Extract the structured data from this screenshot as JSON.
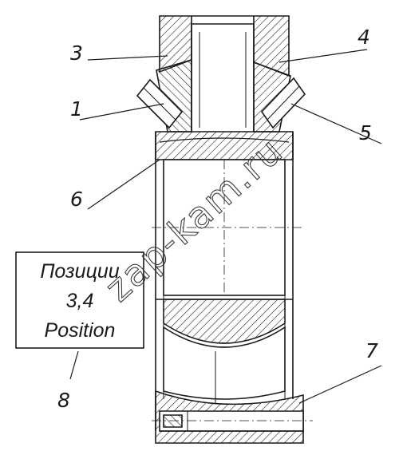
{
  "callouts": [
    {
      "id": "1",
      "label": "1"
    },
    {
      "id": "3",
      "label": "3"
    },
    {
      "id": "4",
      "label": "4"
    },
    {
      "id": "5",
      "label": "5"
    },
    {
      "id": "6",
      "label": "6"
    },
    {
      "id": "7",
      "label": "7"
    },
    {
      "id": "8",
      "label": "8"
    }
  ],
  "note_box": {
    "line1": "Позиции",
    "line2": "3,4",
    "line3": "Position"
  },
  "watermark": "zap-kam.ru"
}
